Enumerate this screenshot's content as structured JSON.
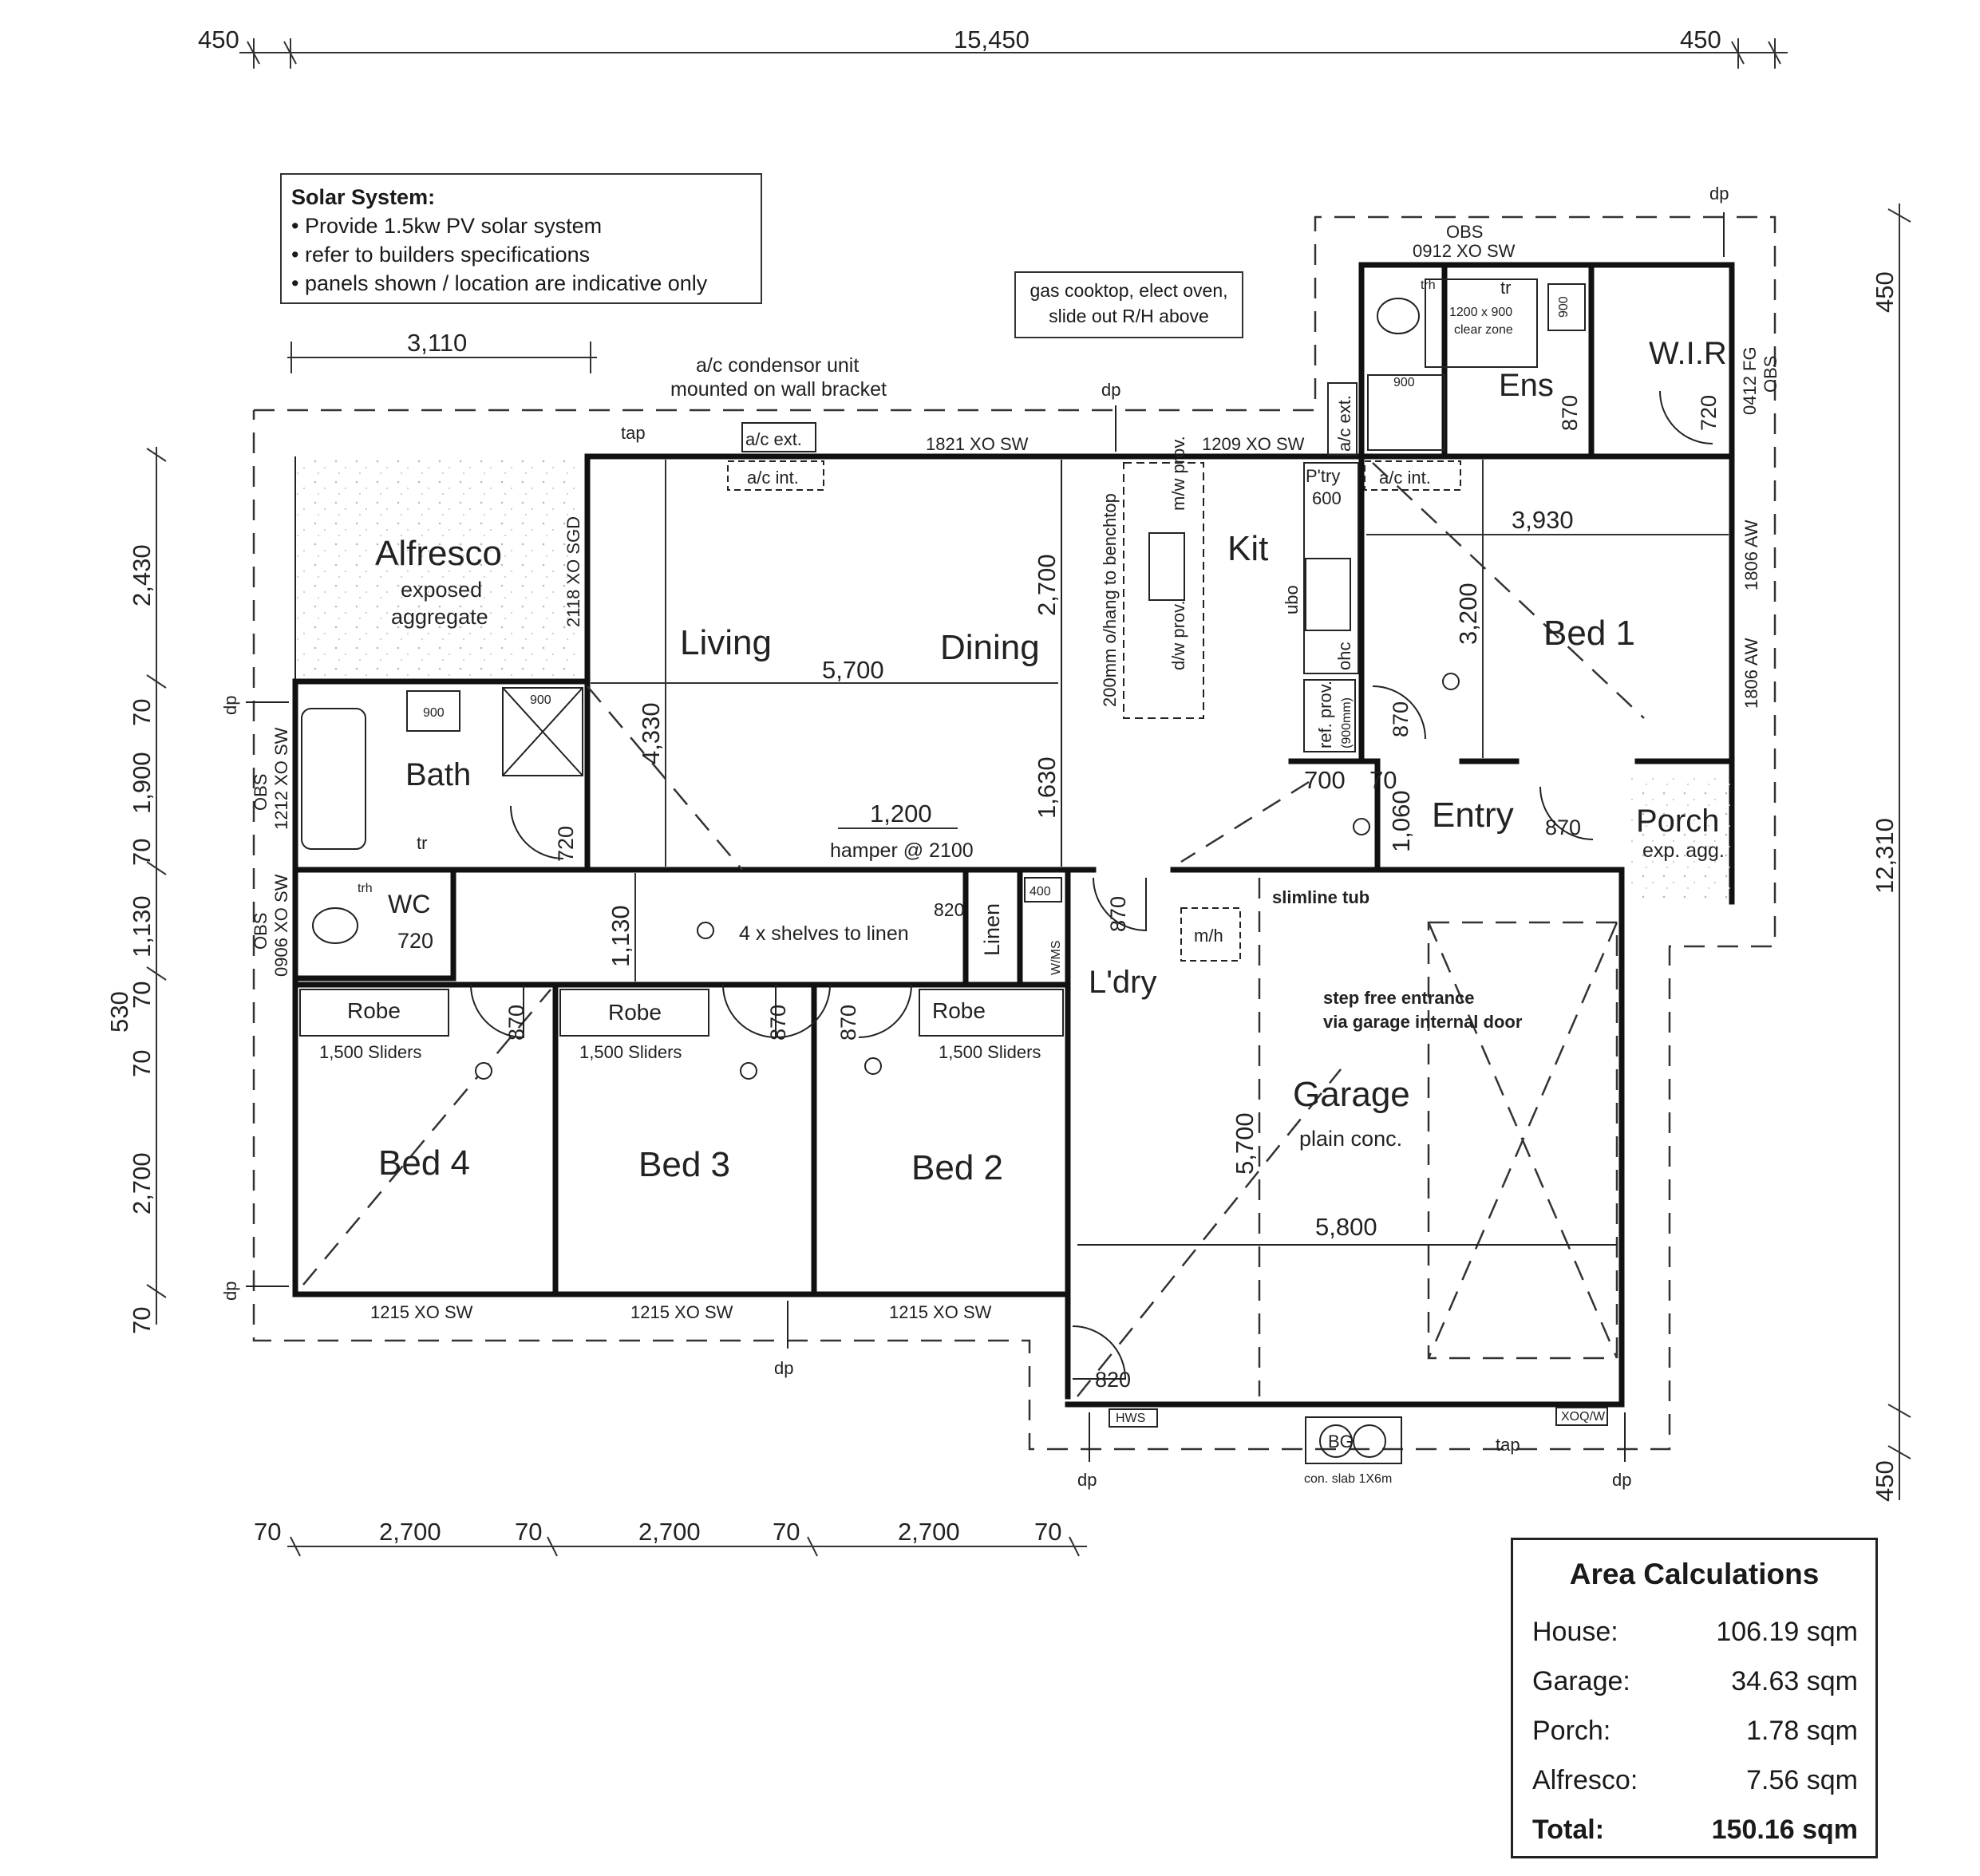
{
  "solar_note": {
    "title": "Solar System:",
    "lines": [
      "• Provide 1.5kw PV solar system",
      "• refer to builders specifications",
      "• panels shown / location are indicative only"
    ]
  },
  "gas_note": {
    "line1": "gas cooktop, elect oven,",
    "line2": "slide out R/H above"
  },
  "rooms": {
    "alfresco": "Alfresco",
    "alfresco_finish_1": "exposed",
    "alfresco_finish_2": "aggregate",
    "living": "Living",
    "dining": "Dining",
    "kitchen": "Kit",
    "bath": "Bath",
    "wc": "WC",
    "ensuite": "Ens",
    "wir": "W.I.R",
    "bed1": "Bed 1",
    "bed2": "Bed 2",
    "bed3": "Bed 3",
    "bed4": "Bed 4",
    "entry": "Entry",
    "porch": "Porch",
    "porch_finish": "exp. agg.",
    "laundry": "L'dry",
    "linen": "Linen",
    "garage": "Garage",
    "garage_finish": "plain conc.",
    "robe": "Robe",
    "pantry": "P'try",
    "pantry_size": "600"
  },
  "labels": {
    "ac_condensor_1": "a/c condensor unit",
    "ac_condensor_2": "mounted on wall bracket",
    "ac_ext": "a/c ext.",
    "ac_int": "a/c int.",
    "tap": "tap",
    "dp": "dp",
    "obs": "OBS",
    "window_ens_top": "0912 XO SW",
    "window_living": "1821 XO SW",
    "window_kit": "1209 XO SW",
    "window_alfresco_sgd": "2118 XO SGD",
    "window_bath": "1212 XO SW",
    "window_wc": "0906 XO SW",
    "window_bed": "1215 XO SW",
    "window_bed1_a": "1806 AW",
    "window_bed1_b": "1806 AW",
    "window_wir": "0412 FG",
    "sliders": "1,500 Sliders",
    "shelves": "4 x shelves to linen",
    "hamper": "hamper @ 2100",
    "slimline_tub": "slimline tub",
    "step_free_1": "step free entrance",
    "step_free_2": "via garage internal door",
    "benchtop_note": "200mm o/hang to benchtop",
    "mw_prov": "m/w prov.",
    "dw_prov": "d/w prov.",
    "ubo": "ubo",
    "ohc": "ohc",
    "ref_prov": "ref. prov.",
    "ref_prov_size": "(900mm)",
    "wm": "W/MS",
    "mh": "m/h",
    "hws": "HWS",
    "clear_zone_1": "1200 x 900",
    "clear_zone_2": "clear zone",
    "con_slab": "con. slab 1X6m",
    "tr": "tr",
    "trh": "trh",
    "bin_bg": "BG",
    "xo_door": "XOQ/W"
  },
  "dims": {
    "top_left": "450",
    "top_total": "15,450",
    "top_right": "450",
    "alfresco_width": "3,110",
    "right_top": "450",
    "right_total": "12,310",
    "right_bottom": "450",
    "left_2430": "2,430",
    "left_70a": "70",
    "left_1900": "1,900",
    "left_70b": "70",
    "left_1130": "1,130",
    "left_70c": "70",
    "left_530": "530",
    "left_70d": "70",
    "left_2700": "2,700",
    "left_70e": "70",
    "bottom_70a": "70",
    "bottom_2700a": "2,700",
    "bottom_70b": "70",
    "bottom_2700b": "2,700",
    "bottom_70c": "70",
    "bottom_2700c": "2,700",
    "bottom_70d": "70",
    "living_width": "5,700",
    "living_depth": "4,330",
    "dining_2700": "2,700",
    "dining_1630": "1,630",
    "hamper_1200": "1,200",
    "bed1_width": "3,930",
    "bed1_depth": "3,200",
    "entry_700": "700",
    "entry_70": "70",
    "entry_1060": "1,060",
    "garage_width": "5,800",
    "garage_depth": "5,700",
    "hall_1130": "1,130",
    "door_870": "870",
    "door_820": "820",
    "door_720": "720",
    "size_900": "900",
    "size_400": "400"
  },
  "area_calculations": {
    "title": "Area Calculations",
    "rows": [
      {
        "label": "House:",
        "value": "106.19 sqm"
      },
      {
        "label": "Garage:",
        "value": "34.63 sqm"
      },
      {
        "label": "Porch:",
        "value": "1.78 sqm"
      },
      {
        "label": "Alfresco:",
        "value": "7.56 sqm"
      }
    ],
    "total_label": "Total:",
    "total_value": "150.16 sqm"
  }
}
